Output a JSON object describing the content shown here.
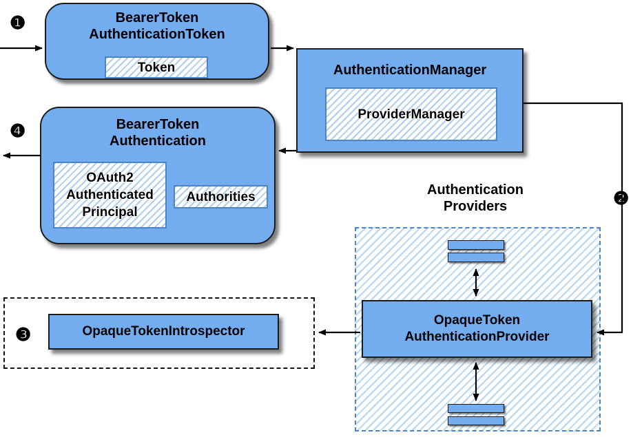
{
  "diagram": {
    "badges": {
      "step1": "❶",
      "step2": "❷",
      "step3": "❸",
      "step4": "❹"
    },
    "nodes": {
      "bearer_token_authentication_token": {
        "title1": "BearerToken",
        "title2": "AuthenticationToken",
        "token": "Token"
      },
      "authentication_manager": {
        "title": "AuthenticationManager",
        "provider_manager": "ProviderManager"
      },
      "bearer_token_authentication": {
        "title1": "BearerToken",
        "title2": "Authentication",
        "principal1": "OAuth2",
        "principal2": "Authenticated",
        "principal3": "Principal",
        "authorities": "Authorities"
      },
      "authentication_providers_label": {
        "line1": "Authentication",
        "line2": "Providers"
      },
      "opaque_token_authentication_provider": {
        "title1": "OpaqueToken",
        "title2": "AuthenticationProvider"
      },
      "opaque_token_introspector": {
        "title": "OpaqueTokenIntrospector"
      }
    },
    "colors": {
      "node_fill": "#73adf0",
      "node_border": "#1b1b1b",
      "hatch_stripe": "#aecdf0",
      "inner_border": "#4d84c4",
      "dashed_region_border": "#4d84c4",
      "dashed_box_border": "#111111",
      "arrow": "#000000",
      "text": "#000000"
    }
  }
}
